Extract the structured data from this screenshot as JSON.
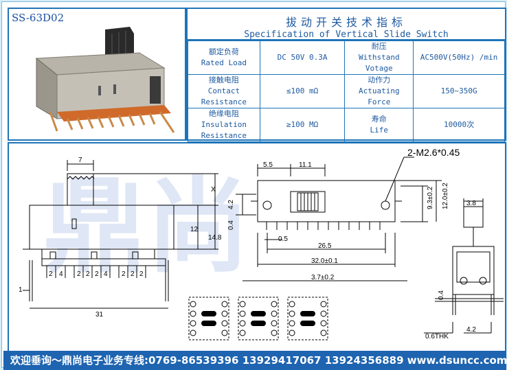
{
  "product": {
    "model": "SS-63D02"
  },
  "spec": {
    "title_cn": "拔动开关技术指标",
    "title_en": "Specification of Vertical Slide Switch",
    "rows": [
      {
        "label1_cn": "额定负荷",
        "label1_en": "Rated Load",
        "value1": "DC 50V 0.3A",
        "label2_cn": "耐压",
        "label2_en": "Withstand Votage",
        "value2": "AC500V(50Hz) /min"
      },
      {
        "label1_cn": "接触电阻",
        "label1_en": "Contact Resistance",
        "value1": "≤100 mΩ",
        "label2_cn": "动作力",
        "label2_en": "Actuating Force",
        "value2": "150~350G"
      },
      {
        "label1_cn": "绝缘电阻",
        "label1_en": "Insulation Resistance",
        "value1": "≥100 MΩ",
        "label2_cn": "寿命",
        "label2_en": "Life",
        "value2": "10000次"
      }
    ]
  },
  "drawing": {
    "watermark": "鼎尚",
    "dims": {
      "d7": "7",
      "x": "X",
      "d12": "12",
      "d14_8": "14.8",
      "d1": "1",
      "d31": "31",
      "pitch_labels": [
        "2",
        "4",
        "2",
        "2",
        "2",
        "4",
        "2",
        "2",
        "2"
      ],
      "d5_5": "5.5",
      "d11_1": "11.1",
      "hole_note": "2-M2.6*0.45",
      "d4_2": "4.2",
      "d0_4": "0.4",
      "d0_5": "0.5",
      "d26_5": "26.5",
      "d32": "32.0±0.1",
      "d3_7": "3.7±0.2",
      "d9_3": "9.3±0.2",
      "d12_0": "12.0±0.2",
      "d3_8": "3.8",
      "d0_4b": "0.4",
      "d0_6": "0.6THK",
      "d4_2b": "4.2"
    }
  },
  "footer": {
    "text": "欢迎垂询～鼎尚电子业务专线:0769-86539396  13929417067 13924356889  www.dsuncc.com"
  }
}
